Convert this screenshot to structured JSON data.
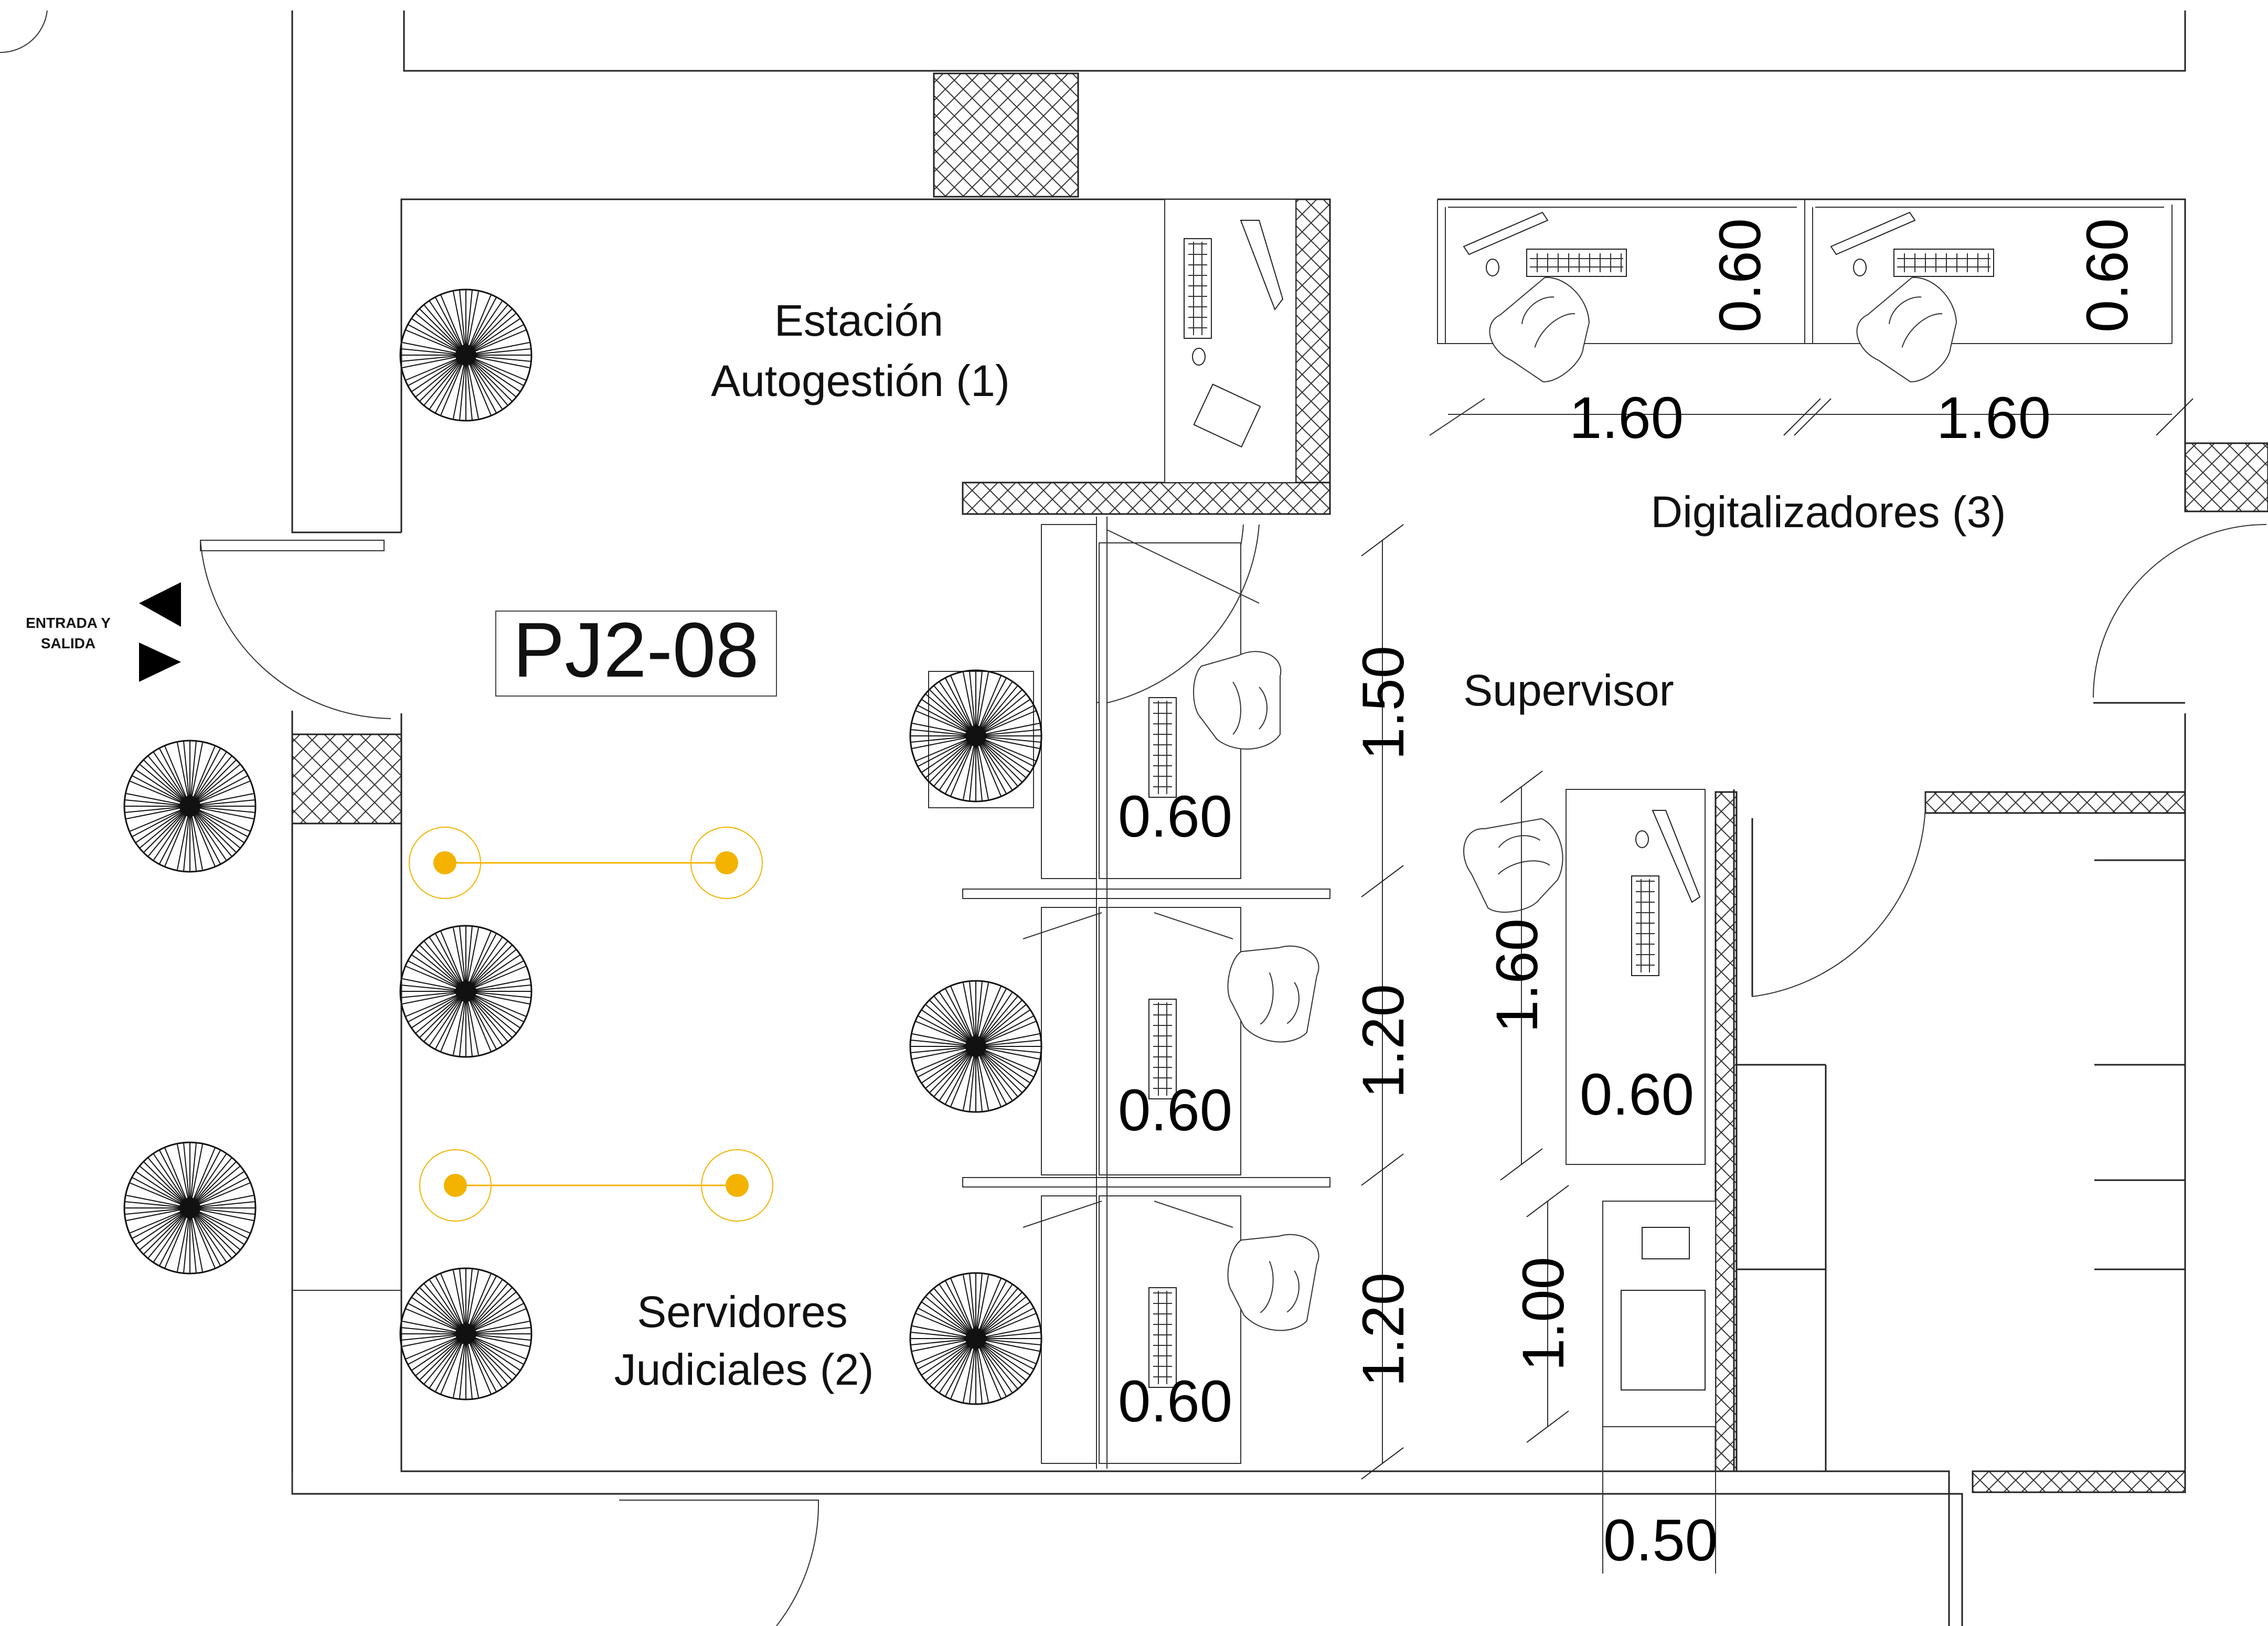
{
  "room_code": "PJ2-08",
  "entrance": {
    "line1": "ENTRADA Y",
    "line2": "SALIDA"
  },
  "labels": {
    "estacion": {
      "line1": "Estación",
      "line2": "Autogestión (1)"
    },
    "digitalizadores": "Digitalizadores (3)",
    "supervisor": "Supervisor",
    "servidores": {
      "line1": "Servidores",
      "line2": "Judiciales (2)"
    }
  },
  "dimensions": {
    "digi_depth_1": "0.60",
    "digi_width_1": "1.60",
    "digi_depth_2": "0.60",
    "digi_width_2": "1.60",
    "sj_1_depth": "0.60",
    "sj_1_height": "1.50",
    "sj_2_depth": "0.60",
    "sj_2_height": "1.20",
    "sj_3_depth": "0.60",
    "sj_3_height": "1.20",
    "sup_height": "1.60",
    "sup_depth": "0.60",
    "sup_unit_height": "1.00",
    "sup_unit_width": "0.50"
  },
  "colors": {
    "lamps": "#f3b300",
    "lines": "#222222",
    "hatch": "#333333"
  },
  "icons": [
    "plant-icon",
    "ceiling-lamp-icon",
    "computer-monitor-icon",
    "keyboard-icon",
    "mouse-icon",
    "telephone-icon",
    "printer-icon",
    "chair-icon",
    "person-icon",
    "door-swing-icon",
    "entry-arrow-icon"
  ]
}
